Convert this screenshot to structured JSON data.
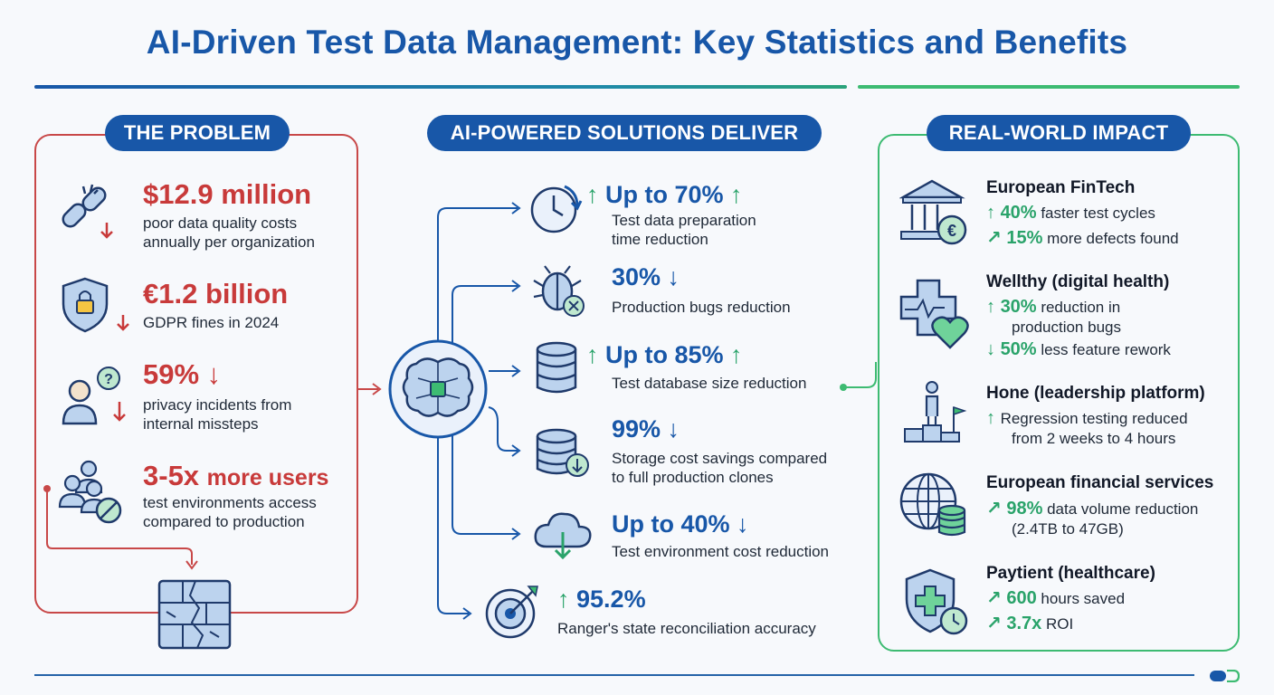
{
  "title": "AI-Driven Test Data Management: Key Statistics and Benefits",
  "problem": {
    "header": "THE PROBLEM",
    "items": [
      {
        "stat": "$12.9 million",
        "desc1": "poor data quality costs",
        "desc2": "annually per organization",
        "icon": "broken-chain-icon"
      },
      {
        "stat": "€1.2 billion",
        "desc1": "GDPR fines in 2024",
        "desc2": "",
        "icon": "shield-lock-icon"
      },
      {
        "stat": "59%",
        "desc1": "privacy incidents from",
        "desc2": "internal missteps",
        "icon": "confused-person-icon"
      },
      {
        "stat": "3-5x",
        "stat_suffix": "more users",
        "desc1": "test environments access",
        "desc2": "compared to production",
        "icon": "blocked-users-icon"
      }
    ],
    "footer_icon": "cracked-database-icon"
  },
  "solutions": {
    "header": "AI-POWERED SOLUTIONS DELIVER",
    "hub_icon": "ai-brain-icon",
    "items": [
      {
        "stat": "Up to 70%",
        "desc1": "Test data preparation",
        "desc2": "time reduction",
        "icon": "clock-refresh-icon"
      },
      {
        "stat": "30%",
        "desc1": "Production bugs reduction",
        "desc2": "",
        "icon": "bug-icon"
      },
      {
        "stat": "Up to 85%",
        "desc1": "Test database size reduction",
        "desc2": "",
        "icon": "database-icon"
      },
      {
        "stat": "99%",
        "desc1": "Storage cost savings compared",
        "desc2": "to full production clones",
        "icon": "database-download-icon"
      },
      {
        "stat": "Up to 40%",
        "desc1": "Test environment cost reduction",
        "desc2": "",
        "icon": "cloud-download-icon"
      },
      {
        "stat": "95.2%",
        "desc1": "Ranger's state reconciliation accuracy",
        "desc2": "",
        "icon": "target-icon"
      }
    ]
  },
  "impact": {
    "header": "REAL-WORLD IMPACT",
    "cases": [
      {
        "name": "European FinTech",
        "icon": "bank-euro-icon",
        "lines": [
          {
            "value": "40%",
            "text": " faster test cycles"
          },
          {
            "value": "15%",
            "text": " more defects found"
          }
        ]
      },
      {
        "name": "Wellthy (digital health)",
        "icon": "health-cross-heart-icon",
        "lines": [
          {
            "value": "30%",
            "text": " reduction in",
            "text2": "production bugs"
          },
          {
            "value": "50%",
            "text": " less feature rework"
          }
        ]
      },
      {
        "name": "Hone (leadership platform)",
        "icon": "podium-flag-icon",
        "lines": [
          {
            "value": "",
            "text": "Regression testing reduced",
            "text2": "from 2 weeks to 4 hours"
          }
        ]
      },
      {
        "name": "European financial services",
        "icon": "globe-database-icon",
        "lines": [
          {
            "value": "98%",
            "text": " data volume reduction",
            "text2": "(2.4TB to 47GB)"
          }
        ]
      },
      {
        "name": "Paytient (healthcare)",
        "icon": "shield-cross-clock-icon",
        "lines": [
          {
            "value": "600",
            "text": " hours saved"
          },
          {
            "value": "3.7x",
            "text": " ROI"
          }
        ]
      }
    ]
  },
  "colors": {
    "primary": "#1857a8",
    "problem": "#c83a3a",
    "impact": "#3dbb72",
    "up": "#2aa36a"
  }
}
